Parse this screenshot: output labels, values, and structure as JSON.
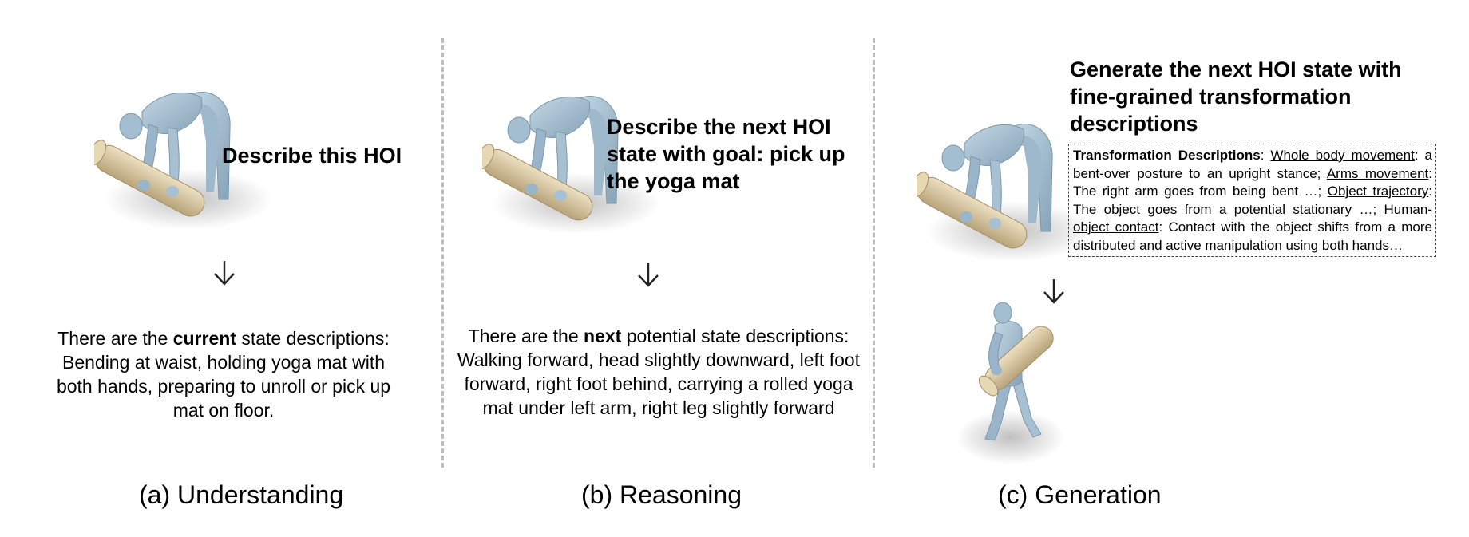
{
  "panels": {
    "understanding": {
      "prompt": "Describe this HOI",
      "desc_prefix": "There are the ",
      "desc_emphasis": "current",
      "desc_suffix": " state descriptions: Bending at waist, holding yoga mat with both hands, preparing to unroll or pick up mat on floor.",
      "caption": "(a) Understanding"
    },
    "reasoning": {
      "prompt": "Describe the next HOI state with goal: pick up the yoga mat",
      "desc_prefix": "There are the ",
      "desc_emphasis": "next",
      "desc_suffix": " potential state descriptions: Walking forward, head slightly downward, left foot forward, right foot behind, carrying a rolled yoga mat under left arm, right leg slightly forward",
      "caption": "(b) Reasoning"
    },
    "generation": {
      "prompt": "Generate the next HOI state with fine-grained transformation descriptions",
      "transformation": {
        "heading": "Transformation Descriptions",
        "heading_sep": ": ",
        "items": [
          {
            "label": "Whole body movement",
            "text": ": a bent-over posture to an upright stance; "
          },
          {
            "label": "Arms movement",
            "text": ": The right arm goes from being bent …; "
          },
          {
            "label": "Object trajectory",
            "text": ": The object goes from a potential stationary …; "
          },
          {
            "label": "Human-object contact",
            "text": ": Contact with the object shifts from a more distributed and active manipulation using both hands…"
          }
        ]
      },
      "caption": "(c) Generation"
    }
  },
  "colors": {
    "body": "#a9c3d6",
    "body_shade": "#7f9cb1",
    "mat": "#d9c6a0",
    "mat_shade": "#b39d73",
    "divider": "#bdbdbd"
  }
}
